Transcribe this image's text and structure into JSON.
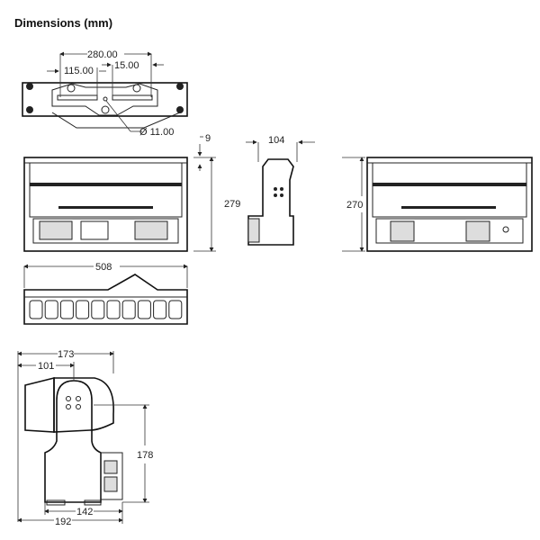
{
  "title": "Dimensions (mm)",
  "dimensions": {
    "top_width": "280.00",
    "top_left": "115.00",
    "top_gap": "15.00",
    "hole": "Ø 11.00",
    "front_offset": "9",
    "front_height": "279",
    "side_width": "104",
    "back_height": "270",
    "lens_width": "508",
    "side_depth": "173",
    "side_pivot": "101",
    "side_height": "178",
    "base_inner": "142",
    "base_outer": "192"
  }
}
